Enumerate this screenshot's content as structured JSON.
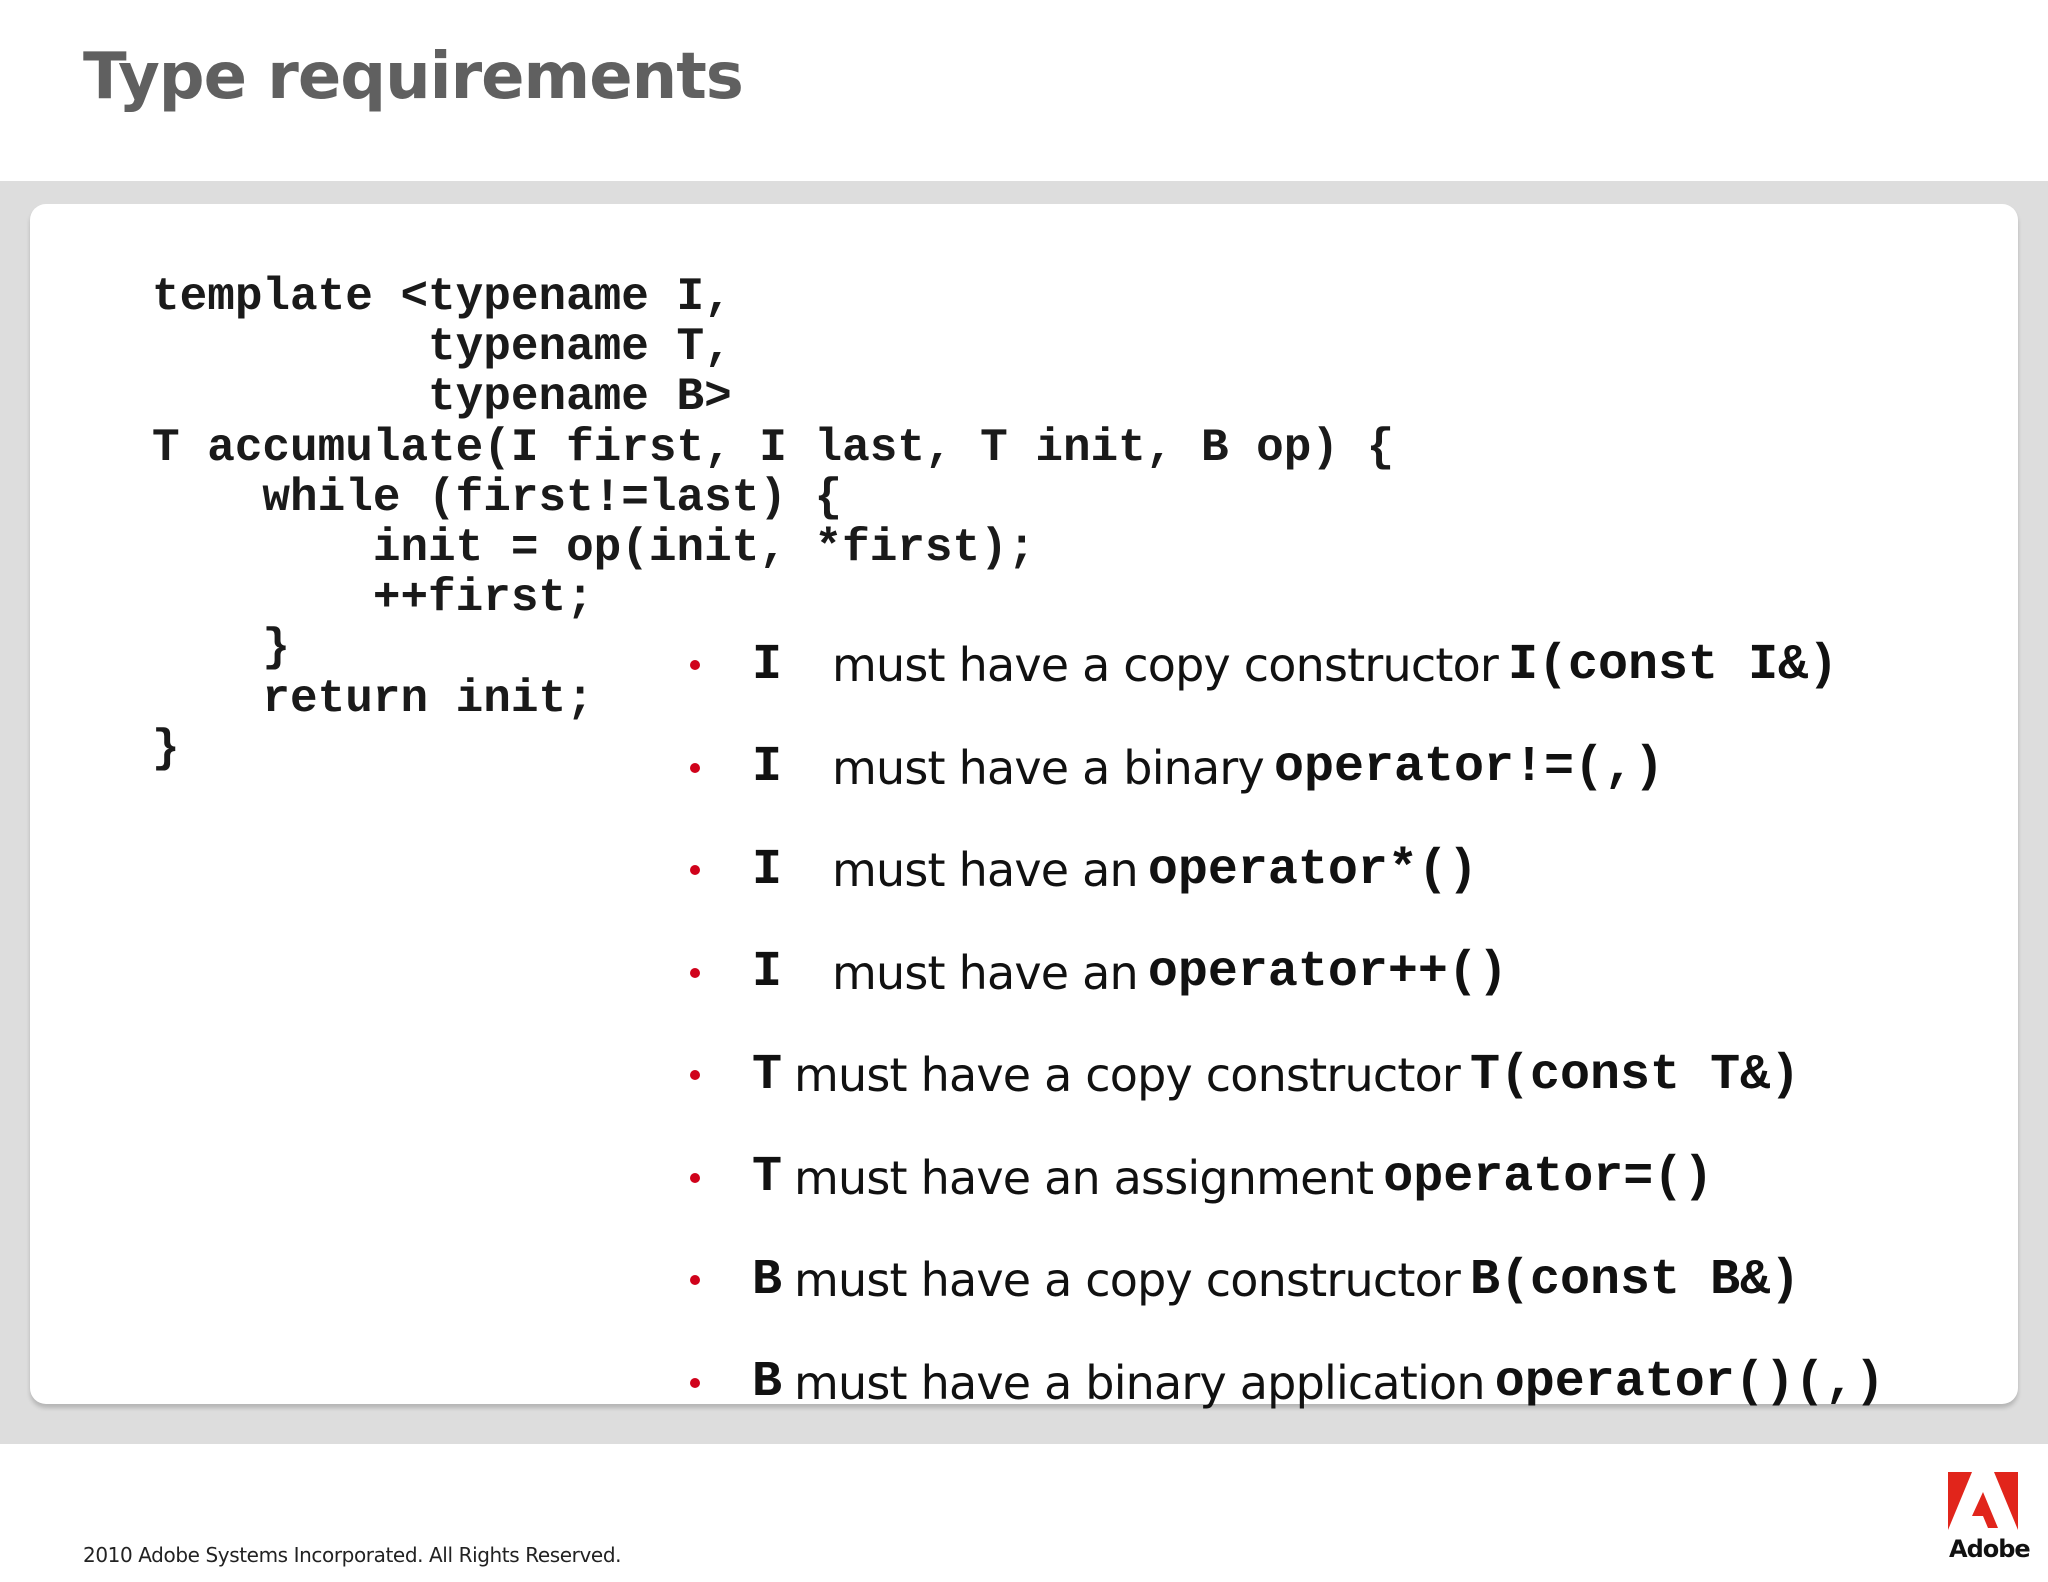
{
  "slide": {
    "title": "Type requirements"
  },
  "code": {
    "lines": [
      "template <typename I,",
      "          typename T,",
      "          typename B>",
      "T accumulate(I first, I last, T init, B op) {",
      "    while (first!=last) {",
      "        init = op(init, *first);",
      "        ++first;",
      "    }",
      "    return init;",
      "}"
    ]
  },
  "requirements": [
    {
      "var": "I",
      "text": "must have a copy constructor",
      "code": "I(const I&)"
    },
    {
      "var": "I",
      "text": "must have a binary",
      "code": "operator!=(,)"
    },
    {
      "var": "I",
      "text": "must have an",
      "code": "operator*()"
    },
    {
      "var": "I",
      "text": "must have an",
      "code": "operator++()"
    },
    {
      "var": "T",
      "text": "must have a copy constructor",
      "code": "T(const T&)"
    },
    {
      "var": "T",
      "text": "must have an assignment",
      "code": "operator=()"
    },
    {
      "var": "B",
      "text": "must have a copy constructor",
      "code": "B(const B&)"
    },
    {
      "var": "B",
      "text": "must have a binary application",
      "code": "operator()(,)"
    }
  ],
  "footer": {
    "copyright": "2010 Adobe Systems Incorporated.  All Rights Reserved.",
    "logo_text": "Adobe"
  },
  "colors": {
    "title": "#606060",
    "bullet": "#d0021b",
    "logo": "#e1251b",
    "band": "#dddddd"
  }
}
